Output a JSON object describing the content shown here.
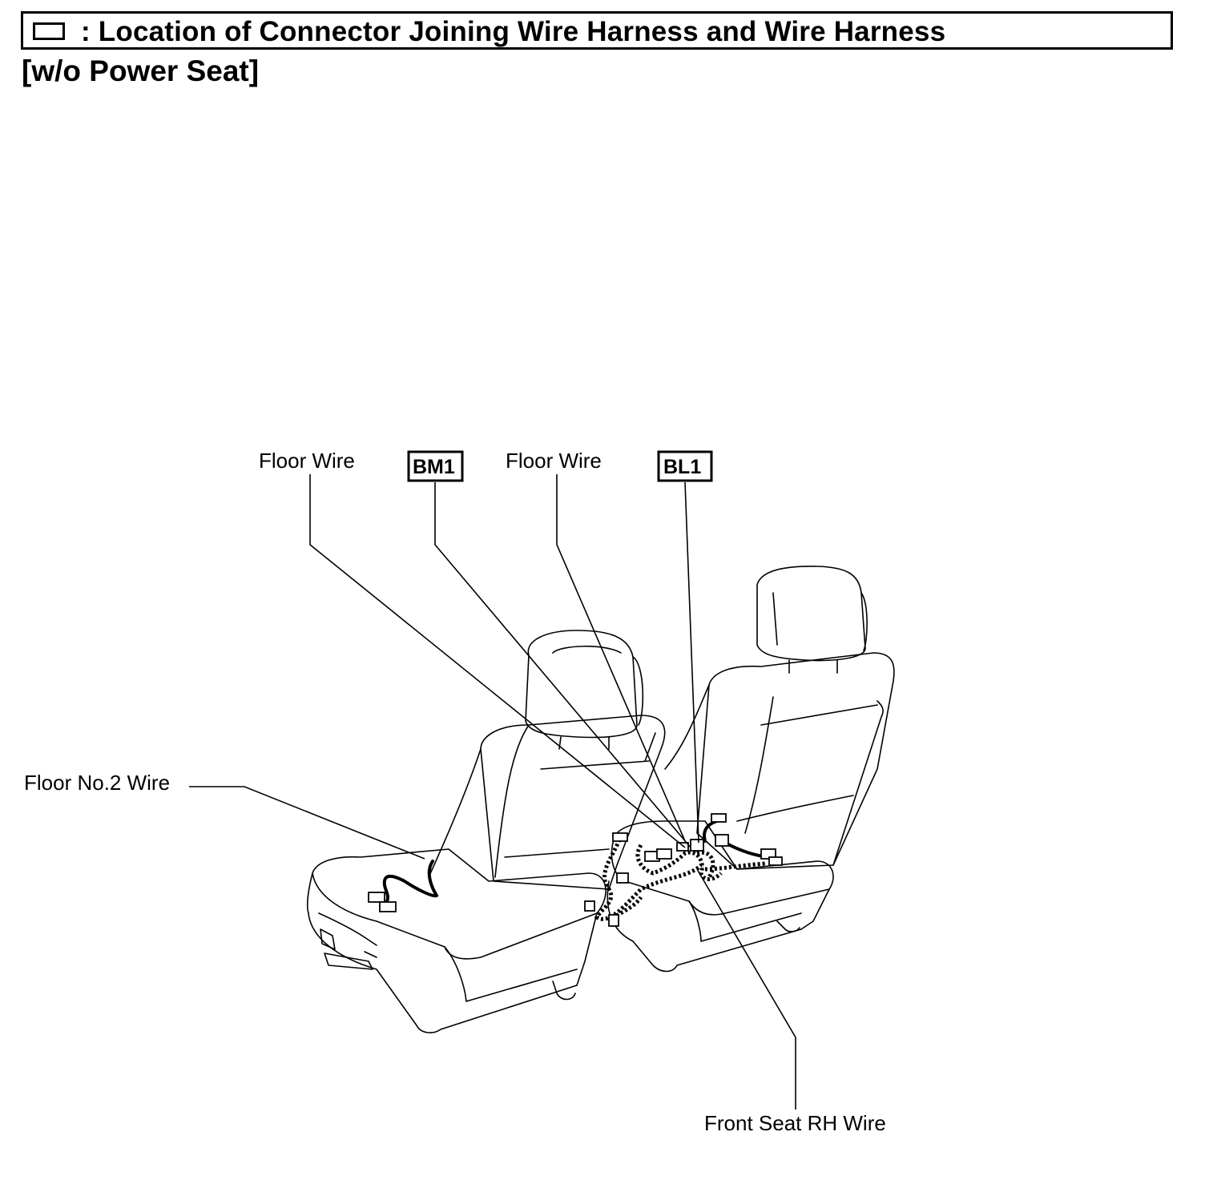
{
  "header": {
    "title": ": Location of Connector Joining Wire Harness and Wire Harness",
    "subtitle": "[w/o Power Seat]",
    "legend_icon": "connector-frame-symbol"
  },
  "labels": {
    "floor_wire_left": "Floor Wire",
    "bm1": "BM1",
    "floor_wire_right": "Floor Wire",
    "bl1": "BL1",
    "floor_no2_wire": "Floor No.2 Wire",
    "front_seat_rh_wire": "Front Seat RH Wire"
  },
  "colors": {
    "ink": "#000000",
    "background": "#ffffff"
  }
}
